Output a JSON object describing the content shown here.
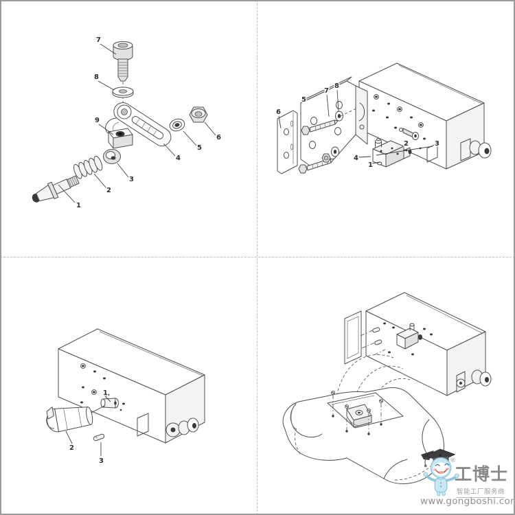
{
  "page": {
    "background": "#ffffff",
    "outer_border_color": "#9b9b9b",
    "divider_color": "#bdbdbd",
    "line_color": "#4d4d4d",
    "label_color": "#2e2e2e"
  },
  "panels": {
    "top_left": {
      "labels": {
        "1": "1",
        "2": "2",
        "3": "3",
        "4": "4",
        "5": "5",
        "6": "6",
        "7": "7",
        "8": "8",
        "9": "9"
      }
    },
    "top_right": {
      "labels": {
        "1": "1",
        "2": "2",
        "3": "3",
        "4": "4",
        "5": "5",
        "6": "6",
        "7": "7",
        "8": "8"
      }
    },
    "bottom_left": {
      "labels": {
        "1": "1",
        "2": "2",
        "3": "3"
      }
    },
    "bottom_right": {
      "labels": {}
    }
  },
  "watermark": {
    "brand": "工博士",
    "registered_mark": "®",
    "tagline": "智能工厂服务商",
    "url": "www.gongboshi.com",
    "brand_color": "#8a8a8a",
    "mascot_body_color": "#c9e7f3",
    "mascot_outline_color": "#8ec4dd",
    "cap_color": "#3f3f3f"
  }
}
